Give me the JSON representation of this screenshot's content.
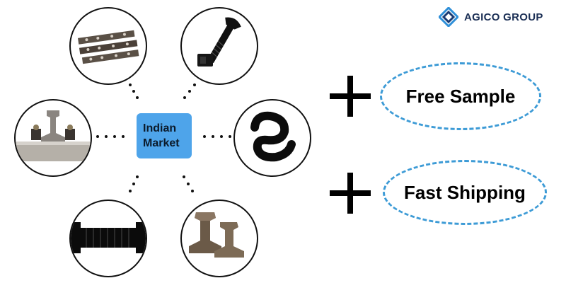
{
  "brand": {
    "name": "AGICO GROUP",
    "logo_icon": "diamond-logo-icon",
    "color": "#1b3c74",
    "accent": "#2f8fd8"
  },
  "center": {
    "line1": "Indian",
    "line2": "Market",
    "color": "#4ea4ea"
  },
  "products": [
    {
      "name": "fishplates",
      "icon": "rail-fishplate-icon"
    },
    {
      "name": "bolt-and-nut",
      "icon": "track-bolt-icon"
    },
    {
      "name": "rail-clip",
      "icon": "elastic-rail-clip-icon"
    },
    {
      "name": "rail-section",
      "icon": "steel-rail-icon"
    },
    {
      "name": "rubber-pad",
      "icon": "rubber-rail-pad-icon"
    },
    {
      "name": "rail-fastening-assembly",
      "icon": "rail-fastening-system-icon"
    }
  ],
  "offers": [
    {
      "label": "Free Sample",
      "icon": "plus-icon"
    },
    {
      "label": "Fast Shipping",
      "icon": "plus-icon"
    }
  ],
  "colors": {
    "dashed_border": "#3d9bd6",
    "stroke": "#111111"
  }
}
